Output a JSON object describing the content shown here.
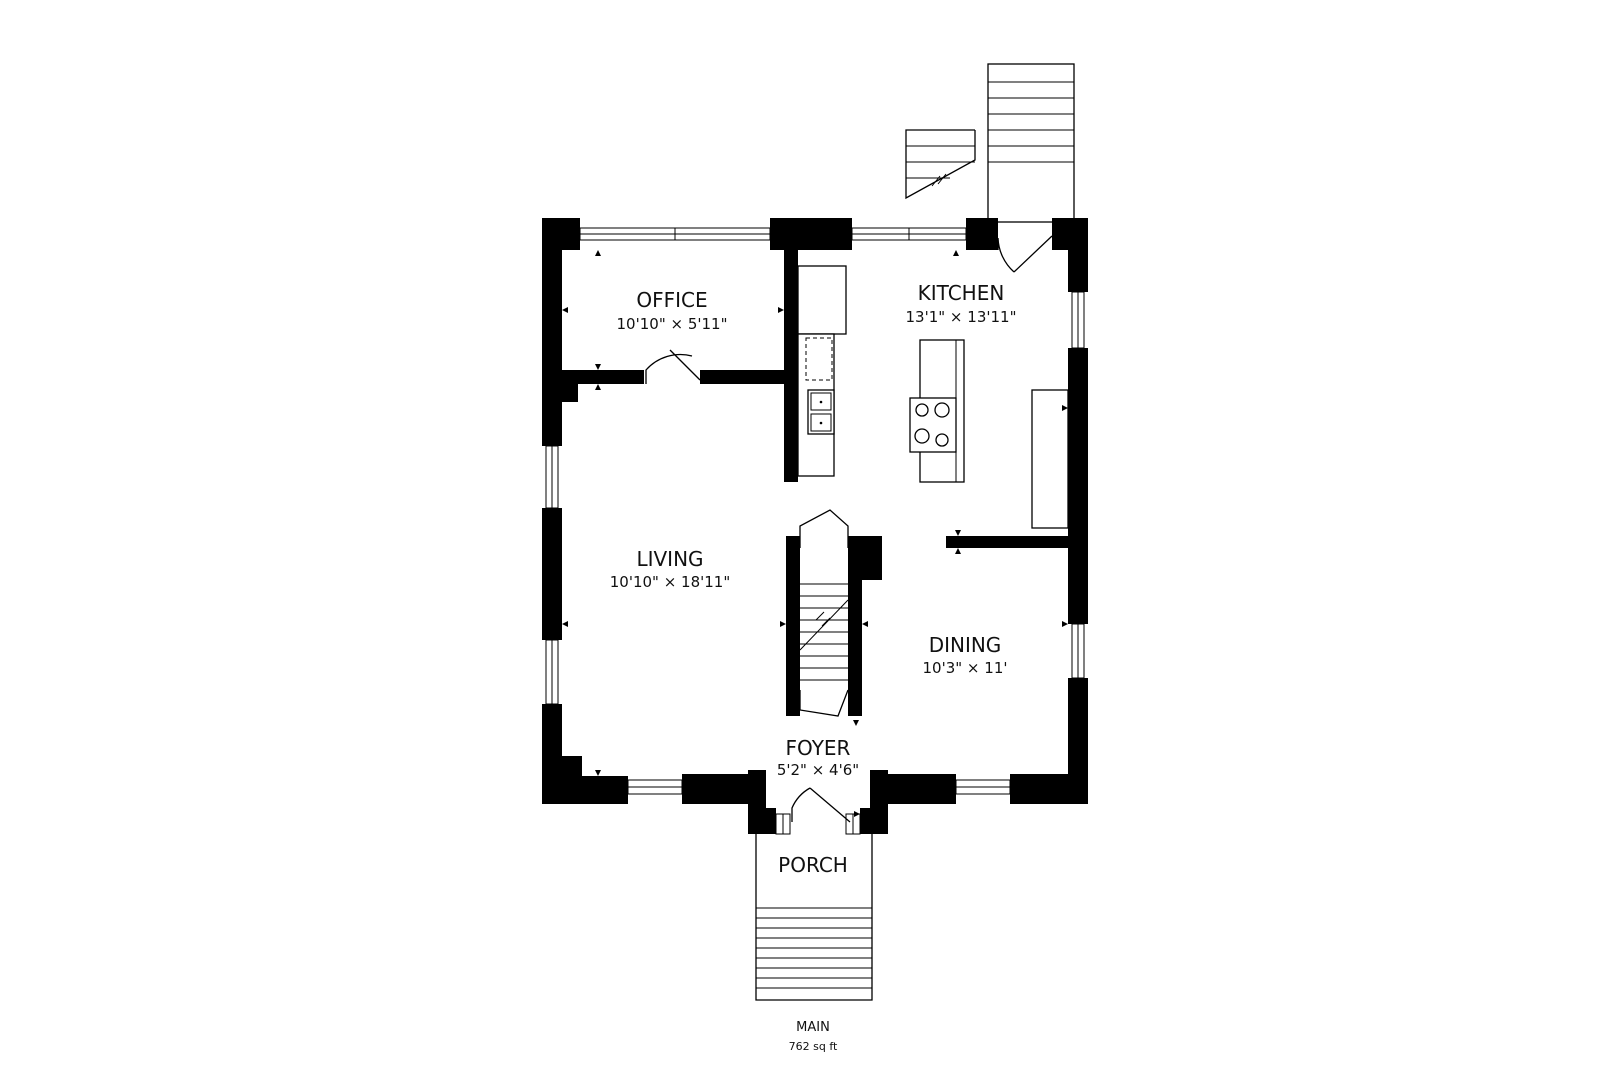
{
  "rooms": {
    "office": {
      "name": "OFFICE",
      "dimensions": "10'10\" × 5'11\""
    },
    "kitchen": {
      "name": "KITCHEN",
      "dimensions": "13'1\" × 13'11\""
    },
    "living": {
      "name": "LIVING",
      "dimensions": "10'10\" × 18'11\""
    },
    "dining": {
      "name": "DINING",
      "dimensions": "10'3\" × 11'"
    },
    "foyer": {
      "name": "FOYER",
      "dimensions": "5'2\" × 4'6\""
    },
    "porch": {
      "name": "PORCH"
    }
  },
  "floor": {
    "name": "MAIN",
    "area": "762 sq ft"
  },
  "colors": {
    "wall": "#000000",
    "background": "#ffffff"
  }
}
